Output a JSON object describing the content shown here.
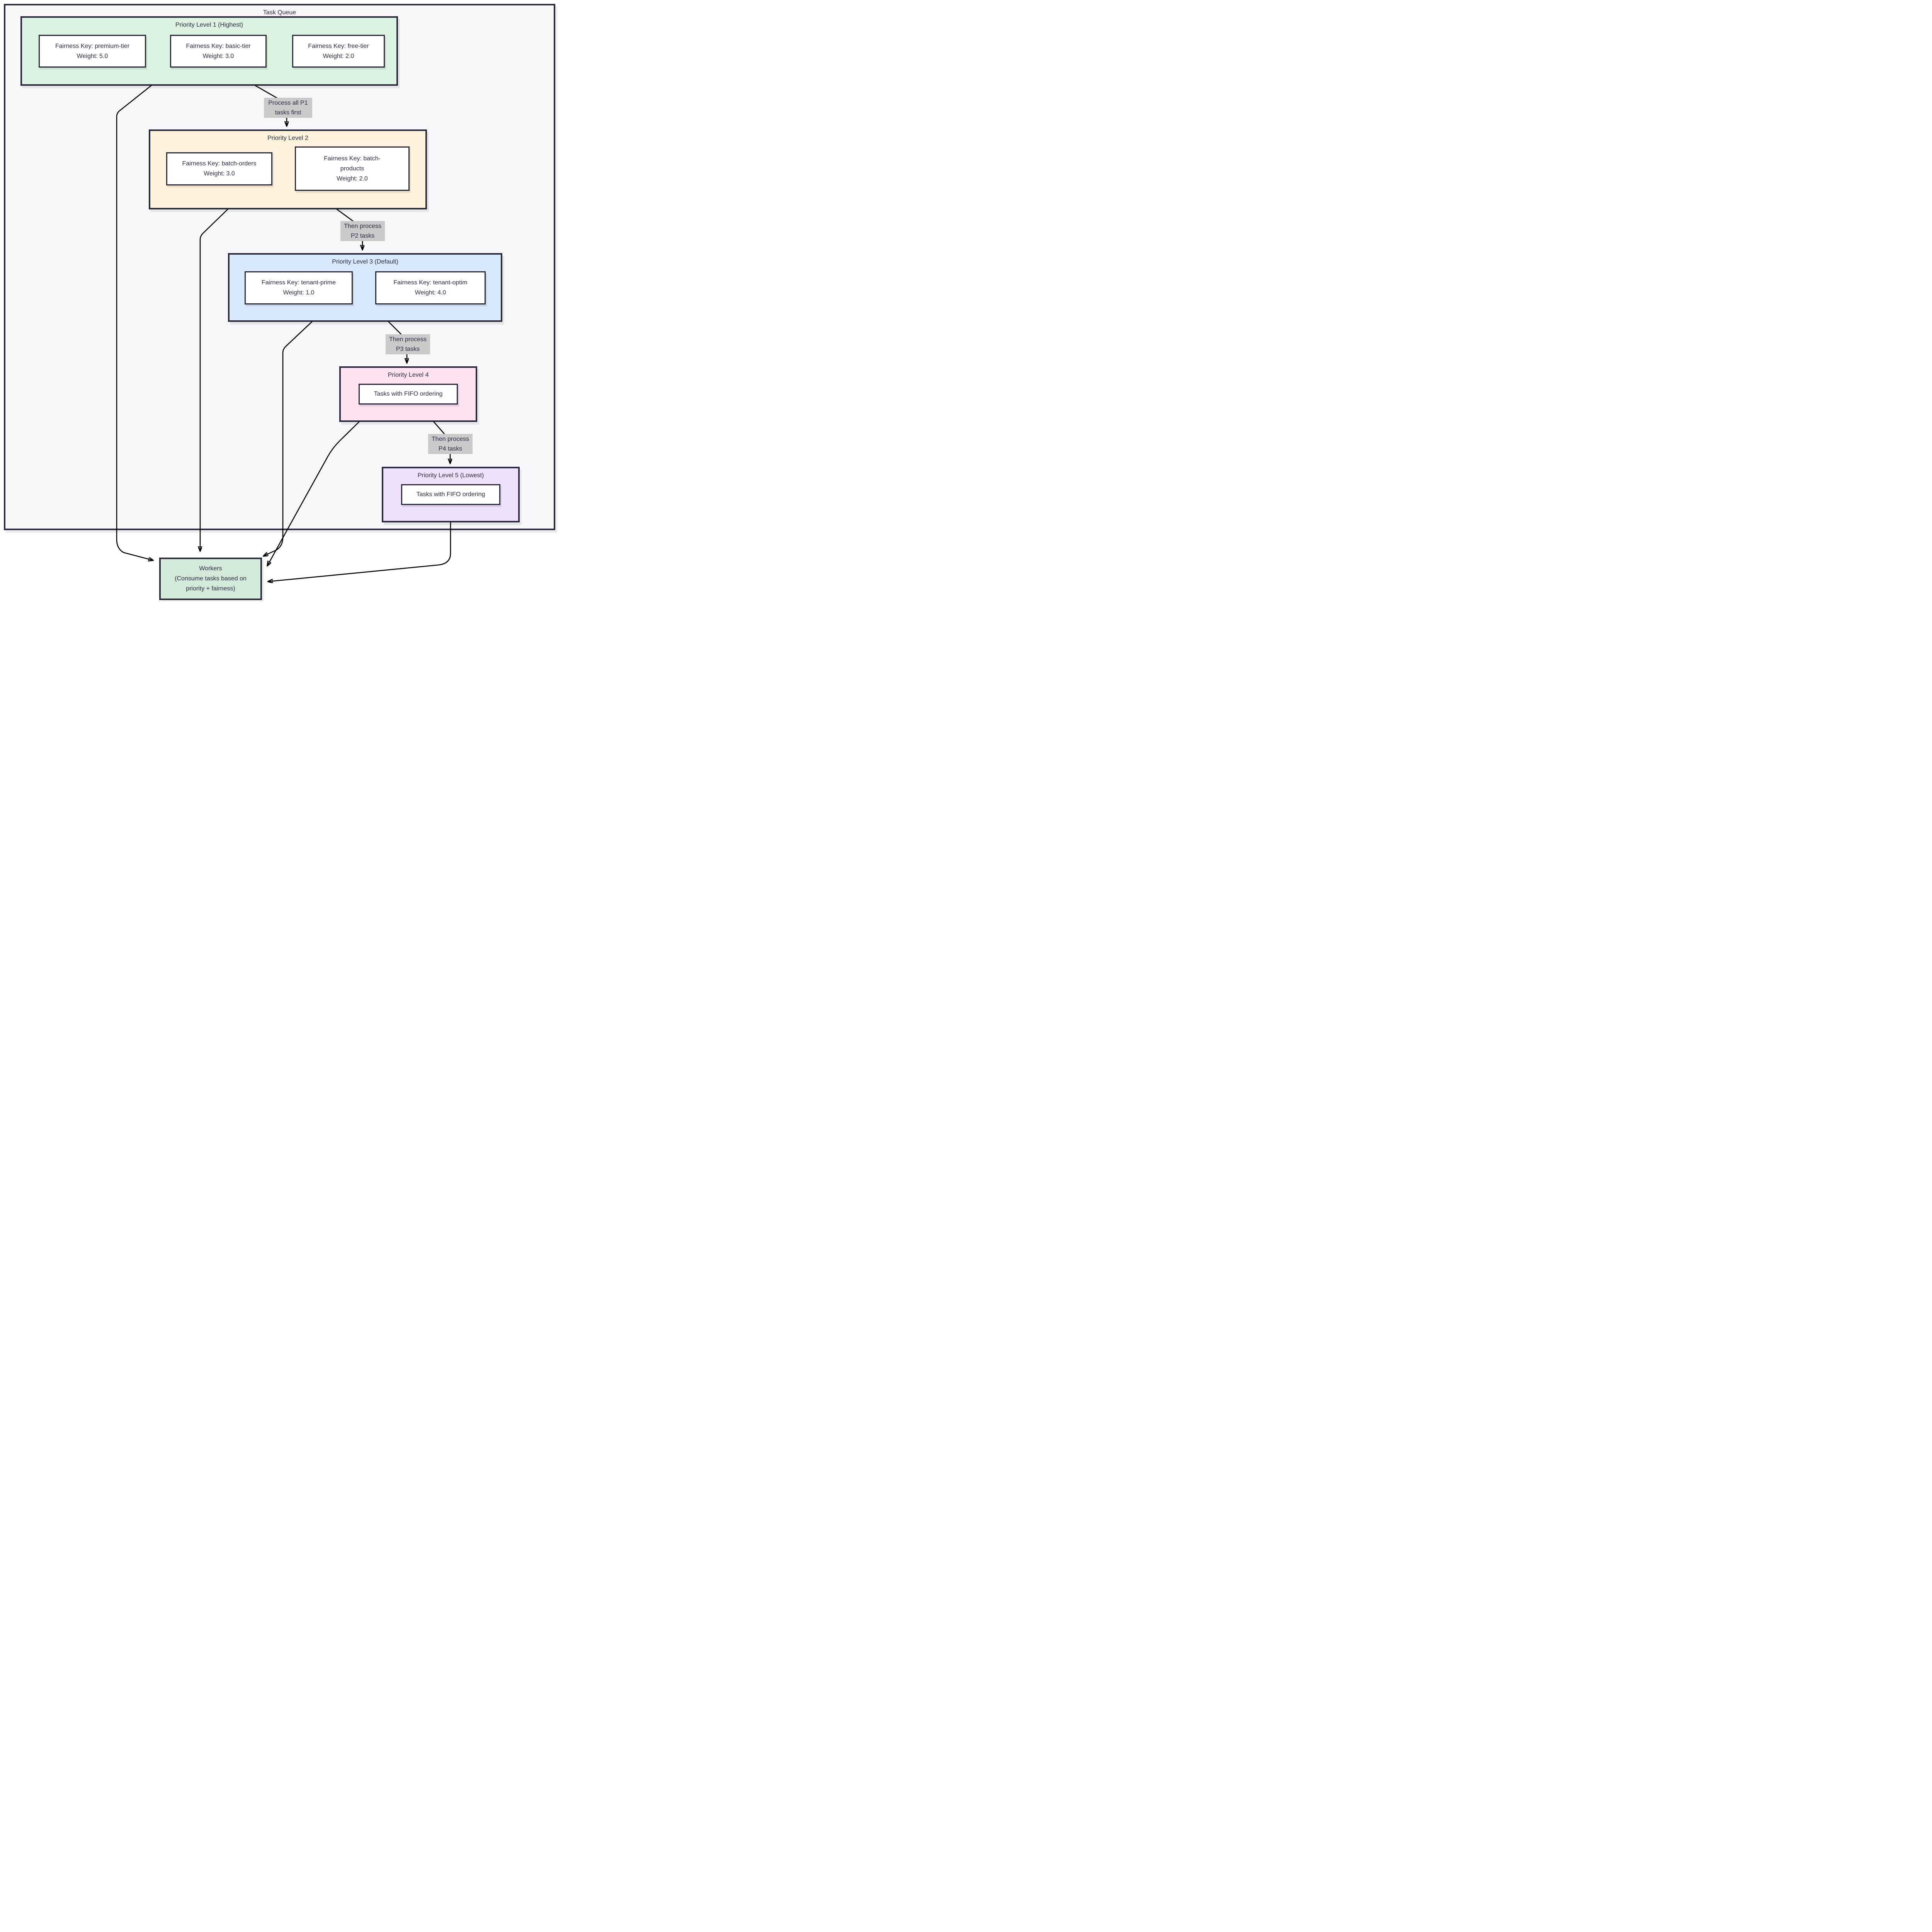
{
  "diagram": {
    "outer_title": "Task Queue",
    "levels": [
      {
        "title": "Priority Level 1 (Highest)",
        "nodes": [
          [
            "Fairness Key: premium-tier",
            "Weight: 5.0"
          ],
          [
            "Fairness Key: basic-tier",
            "Weight: 3.0"
          ],
          [
            "Fairness Key: free-tier",
            "Weight: 2.0"
          ]
        ]
      },
      {
        "title": "Priority Level 2",
        "nodes": [
          [
            "Fairness Key: batch-orders",
            "Weight: 3.0"
          ],
          [
            "Fairness Key: batch-",
            "products",
            "Weight: 2.0"
          ]
        ]
      },
      {
        "title": "Priority Level 3 (Default)",
        "nodes": [
          [
            "Fairness Key: tenant-prime",
            "Weight: 1.0"
          ],
          [
            "Fairness Key: tenant-optim",
            "Weight: 4.0"
          ]
        ]
      },
      {
        "title": "Priority Level 4",
        "nodes": [
          [
            "Tasks with FIFO ordering"
          ]
        ]
      },
      {
        "title": "Priority Level 5 (Lowest)",
        "nodes": [
          [
            "Tasks with FIFO ordering"
          ]
        ]
      }
    ],
    "edge_labels": [
      [
        "Process all P1",
        "tasks first"
      ],
      [
        "Then process",
        "P2 tasks"
      ],
      [
        "Then process",
        "P3 tasks"
      ],
      [
        "Then process",
        "P4 tasks"
      ]
    ],
    "workers": [
      "Workers",
      "(Consume tasks based on",
      "priority + fairness)"
    ],
    "colors": {
      "page_background": "#ffffff",
      "container_background": "#f8f8fb",
      "level1_fill": "#ddf3e2",
      "level2_fill": "#fdf2dc",
      "level3_fill": "#d9e9fc",
      "level4_fill": "#fce1f0",
      "level5_fill": "#eee2fb",
      "workers_fill": "#d3e9d9",
      "node_fill": "#ffffff",
      "border": "#2a2a3c",
      "edge": "#000000",
      "edge_label_bg": "#cacaca",
      "text": "#2c2c44"
    }
  }
}
